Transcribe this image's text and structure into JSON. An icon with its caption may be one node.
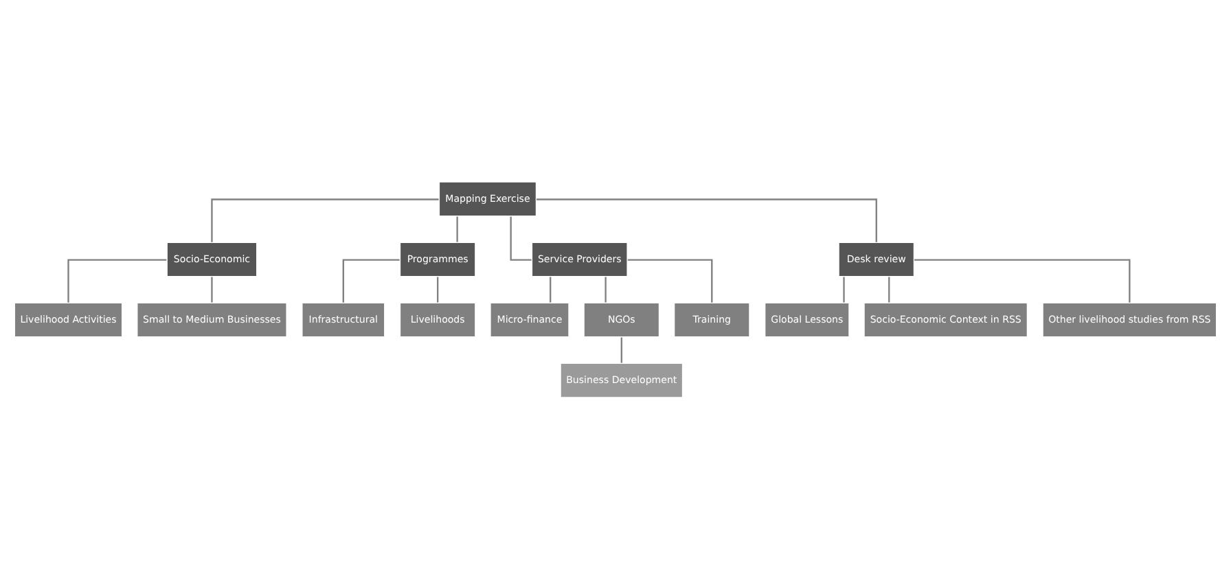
{
  "diagram": {
    "nodes": [
      {
        "text": [
          "Mapping Exercise"
        ]
      },
      {
        "text": [
          "Socio-Economic"
        ]
      },
      {
        "text": [
          "Programmes"
        ]
      },
      {
        "text": [
          "Service Providers"
        ]
      },
      {
        "text": [
          "Desk review"
        ]
      },
      {
        "text": [
          "Livelihood Activities"
        ]
      },
      {
        "text": [
          "Small to Medium Businesses"
        ]
      },
      {
        "text": [
          "Infrastructural"
        ]
      },
      {
        "text": [
          "Livelihoods"
        ]
      },
      {
        "text": [
          "Micro-finance"
        ]
      },
      {
        "text": [
          "NGOs"
        ]
      },
      {
        "text": [
          "Training"
        ]
      },
      {
        "text": [
          "Business Development"
        ]
      },
      {
        "text": [
          "Global Lessons"
        ]
      },
      {
        "text": [
          "Socio-Economic Context in RSS"
        ]
      },
      {
        "text": [
          "Other livelihood studies from RSS"
        ]
      }
    ],
    "edges": [
      {
        "from": 0,
        "to": 1,
        "arrow": "none"
      },
      {
        "from": 0,
        "to": 2,
        "arrow": "none"
      },
      {
        "from": 0,
        "to": 3,
        "arrow": "none"
      },
      {
        "from": 0,
        "to": 4,
        "arrow": "none"
      },
      {
        "from": 1,
        "to": 5,
        "arrow": "none"
      },
      {
        "from": 1,
        "to": 6,
        "arrow": "none"
      },
      {
        "from": 2,
        "to": 7,
        "arrow": "none"
      },
      {
        "from": 2,
        "to": 8,
        "arrow": "none"
      },
      {
        "from": 3,
        "to": 9,
        "arrow": "none"
      },
      {
        "from": 3,
        "to": 10,
        "arrow": "none"
      },
      {
        "from": 3,
        "to": 11,
        "arrow": "none"
      },
      {
        "from": 10,
        "to": 12,
        "arrow": "none"
      },
      {
        "from": 4,
        "to": 13,
        "arrow": "none"
      },
      {
        "from": 4,
        "to": 14,
        "arrow": "none"
      },
      {
        "from": 4,
        "to": 15,
        "arrow": "none"
      }
    ]
  }
}
